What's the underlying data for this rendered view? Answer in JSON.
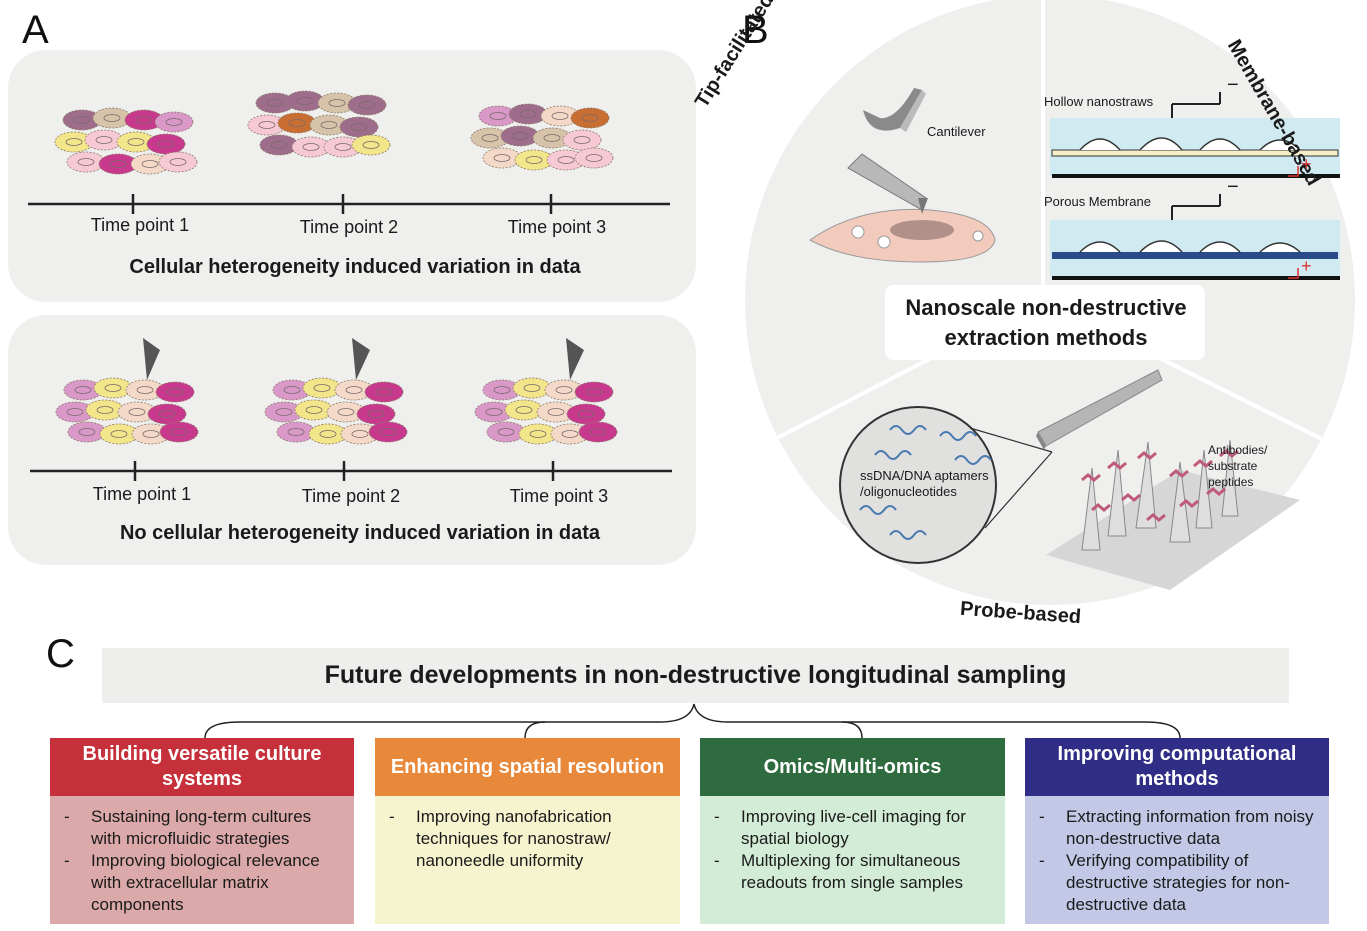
{
  "panel_a": {
    "letter": "A",
    "top": {
      "time_points": [
        "Time point 1",
        "Time point 2",
        "Time point 3"
      ],
      "caption": "Cellular heterogeneity induced variation in data"
    },
    "bottom": {
      "time_points": [
        "Time point 1",
        "Time point 2",
        "Time point 3"
      ],
      "caption": "No cellular heterogeneity induced variation in data"
    }
  },
  "panel_b": {
    "letter": "B",
    "center_title": [
      "Nanoscale non-destructive",
      "extraction methods"
    ],
    "tip_label": "Tip-facilitated aspiration",
    "membrane_label": "Membrane-based",
    "probe_label": "Probe-based",
    "cantilever": "Cantilever",
    "hollow": "Hollow nanostraws",
    "porous": "Porous Membrane",
    "minus": "−",
    "plus": "+",
    "aptamers": [
      "ssDNA/DNA aptamers",
      "/oligonucleotides"
    ],
    "antibodies": [
      "Antibodies/",
      "substrate",
      "peptides"
    ]
  },
  "panel_c": {
    "letter": "C",
    "title": "Future developments in non-destructive longitudinal sampling",
    "boxes": [
      {
        "heading": "Building versatile culture systems",
        "items": [
          "Sustaining long-term cultures with microfluidic strategies",
          "Improving biological relevance with extracellular matrix components"
        ]
      },
      {
        "heading": "Enhancing spatial resolution",
        "items": [
          "Improving nanofabrication techniques for nanostraw/ nanoneedle uniformity"
        ]
      },
      {
        "heading": "Omics/Multi-omics",
        "items": [
          "Improving live-cell imaging for spatial biology",
          "Multiplexing for simultaneous readouts from single samples"
        ]
      },
      {
        "heading": "Improving computational methods",
        "items": [
          "Extracting information from noisy non-destructive data",
          "Verifying compatibility of destructive strategies for non-destructive data"
        ]
      }
    ]
  },
  "colors": {
    "box_heads": [
      "#c6303a",
      "#e8883a",
      "#2e6b3e",
      "#2f2d86"
    ],
    "box_bodies": [
      "#dba9a9",
      "#f6f4cf",
      "#d3ecd7",
      "#c2c8e6"
    ],
    "cell_palette": [
      "#d998c8",
      "#f2e58a",
      "#c8398e",
      "#c86e33",
      "#f5d9c8",
      "#9f6d8c",
      "#f7c9d4",
      "#d7c3a9"
    ]
  }
}
